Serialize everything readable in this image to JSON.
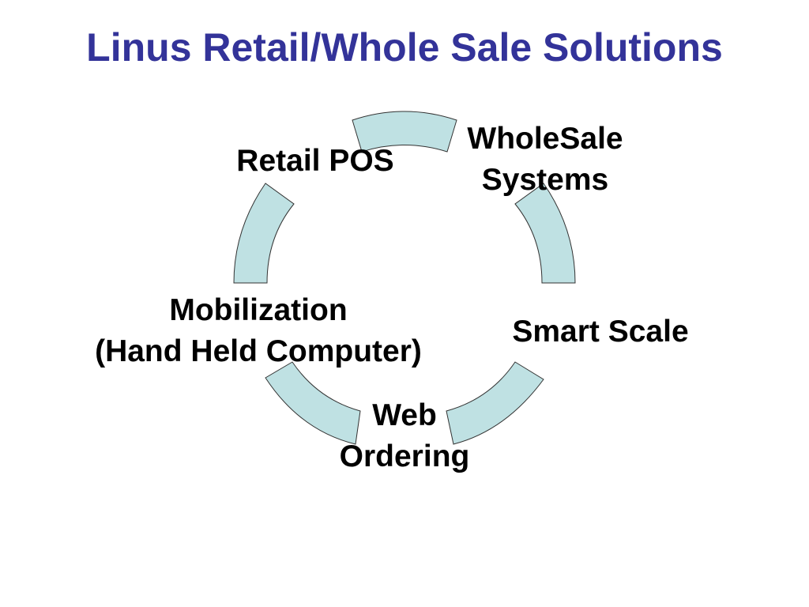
{
  "slide": {
    "title": "Linus Retail/Whole Sale Solutions"
  },
  "cycle": {
    "arc_fill_color": "#bfe1e3",
    "arc_stroke_color": "#333333",
    "nodes": [
      {
        "lines": [
          "Retail POS"
        ]
      },
      {
        "lines": [
          "WholeSale",
          "Systems"
        ]
      },
      {
        "lines": [
          "Smart Scale"
        ]
      },
      {
        "lines": [
          "Web",
          "Ordering"
        ]
      },
      {
        "lines": [
          "Mobilization",
          "(Hand Held Computer)"
        ]
      }
    ]
  },
  "colors": {
    "title": "#333399",
    "text": "#000000",
    "background": "#ffffff"
  }
}
